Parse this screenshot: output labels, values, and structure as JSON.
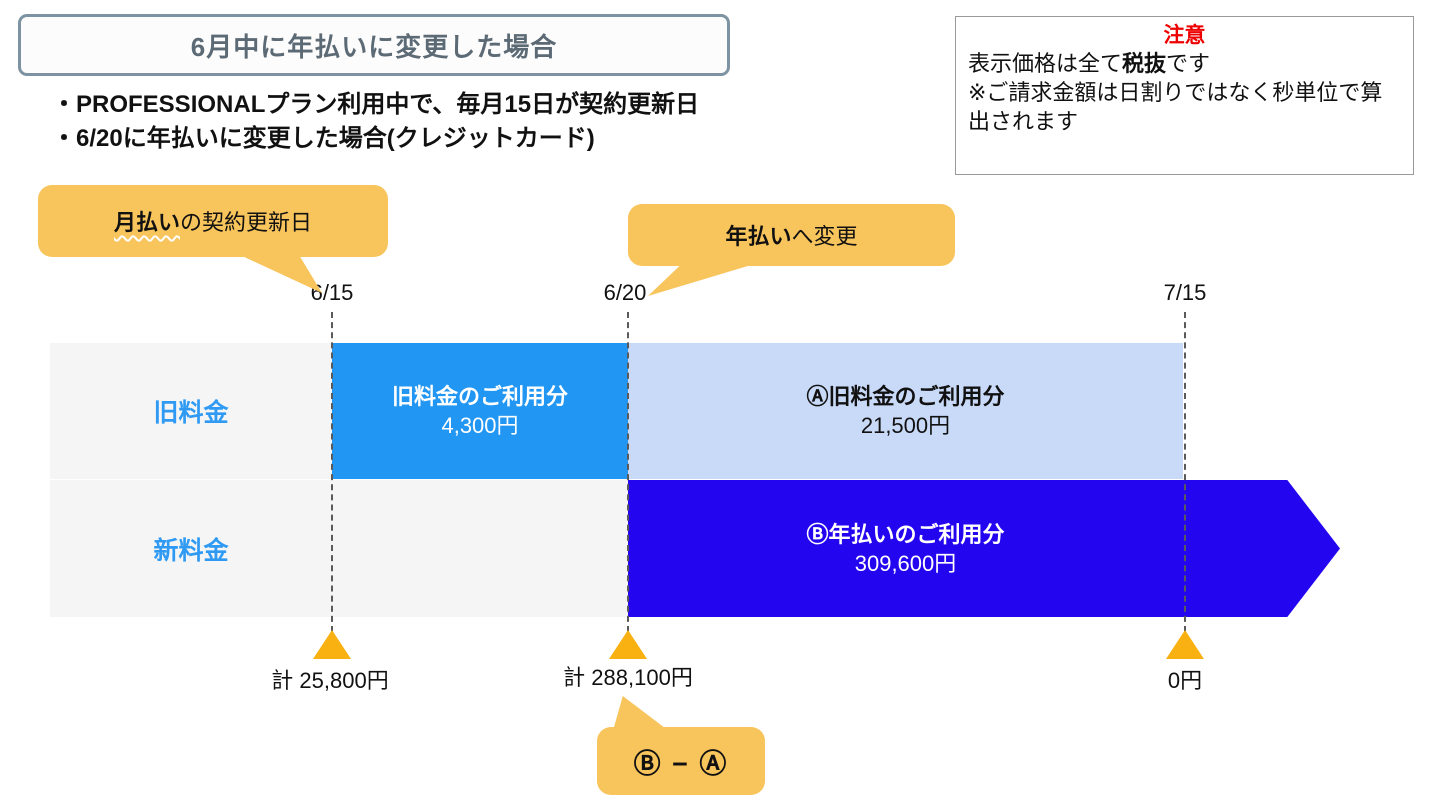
{
  "title": "6月中に年払いに変更した場合",
  "bullets": [
    "・PROFESSIONALプラン利用中で、毎月15日が契約更新日",
    "・6/20に年払いに変更した場合(クレジットカード)"
  ],
  "notice": {
    "heading": "注意",
    "line1_pre": "表示価格は全て",
    "line1_bold": "税抜",
    "line1_post": "です",
    "line2": "※ご請求金額は日割りではなく秒単位で算出されます"
  },
  "callouts": {
    "monthly": {
      "bold": "月払い",
      "rest": "の契約更新日"
    },
    "yearly": {
      "bold": "年払い",
      "rest": "へ変更"
    },
    "formula": "Ⓑ − Ⓐ"
  },
  "timeline": {
    "dates": [
      "6/15",
      "6/20",
      "7/15"
    ]
  },
  "rows": [
    {
      "label": "旧料金",
      "segments": [
        {
          "title": "旧料金のご利用分",
          "amount": "4,300円"
        },
        {
          "title": "Ⓐ旧料金のご利用分",
          "amount": "21,500円"
        }
      ]
    },
    {
      "label": "新料金",
      "segments": [
        {
          "title": "Ⓑ年払いのご利用分",
          "amount": "309,600円"
        }
      ]
    }
  ],
  "totals": [
    "計 25,800円",
    "計 288,100円",
    "0円"
  ],
  "colors": {
    "old_price_blue": "#2196f3",
    "old_price_light_blue": "#c9daf8",
    "new_price_dark_blue": "#2405f0",
    "callout_yellow": "#f8c45c",
    "marker_orange": "#f9b112",
    "notice_red": "#ee0000",
    "row_label_blue": "#2e9af3",
    "title_border_gray": "#7d93a2"
  }
}
